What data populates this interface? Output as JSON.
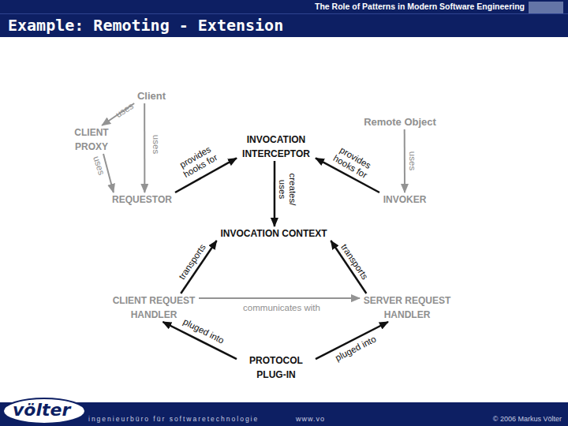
{
  "diagram": {
    "title": "Example: Remoting - Extension",
    "nodes": [
      {
        "text": [
          "Client"
        ]
      },
      {
        "text": [
          "CLIENT PROXY"
        ]
      },
      {
        "text": [
          "Remote Object"
        ]
      },
      {
        "text": [
          "INVOCATION INTERCEPTOR"
        ]
      },
      {
        "text": [
          "REQUESTOR"
        ]
      },
      {
        "text": [
          "INVOKER"
        ]
      },
      {
        "text": [
          "INVOCATION CONTEXT"
        ]
      },
      {
        "text": [
          "CLIENT REQUEST HANDLER"
        ]
      },
      {
        "text": [
          "SERVER REQUEST HANDLER"
        ]
      },
      {
        "text": [
          "PROTOCOL PLUG-IN"
        ]
      }
    ],
    "edges": [
      {
        "from": 0,
        "to": 1,
        "label": "uses",
        "arrow": "to"
      },
      {
        "from": 0,
        "to": 4,
        "label": "uses",
        "arrow": "to"
      },
      {
        "from": 1,
        "to": 4,
        "label": "uses",
        "arrow": "to"
      },
      {
        "from": 2,
        "to": 5,
        "label": "uses",
        "arrow": "to"
      },
      {
        "from": 4,
        "to": 3,
        "label": "provides hooks for",
        "arrow": "to"
      },
      {
        "from": 5,
        "to": 3,
        "label": "provides hooks for",
        "arrow": "to"
      },
      {
        "from": 3,
        "to": 6,
        "label": "creates/ uses",
        "arrow": "to"
      },
      {
        "from": 7,
        "to": 6,
        "label": "transports",
        "arrow": "to"
      },
      {
        "from": 8,
        "to": 6,
        "label": "transports",
        "arrow": "to"
      },
      {
        "from": 7,
        "to": 8,
        "label": "communicates with",
        "arrow": "to"
      },
      {
        "from": 9,
        "to": 7,
        "label": "pluged into",
        "arrow": "to"
      },
      {
        "from": 9,
        "to": 8,
        "label": "pluged into",
        "arrow": "to"
      }
    ],
    "labels": [
      "The Role of Patterns in Modern Software Engineering",
      "völter",
      "ingenieurbüro für softwaretechnologie",
      "www.vo",
      "© 2006 Markus Völter"
    ]
  }
}
